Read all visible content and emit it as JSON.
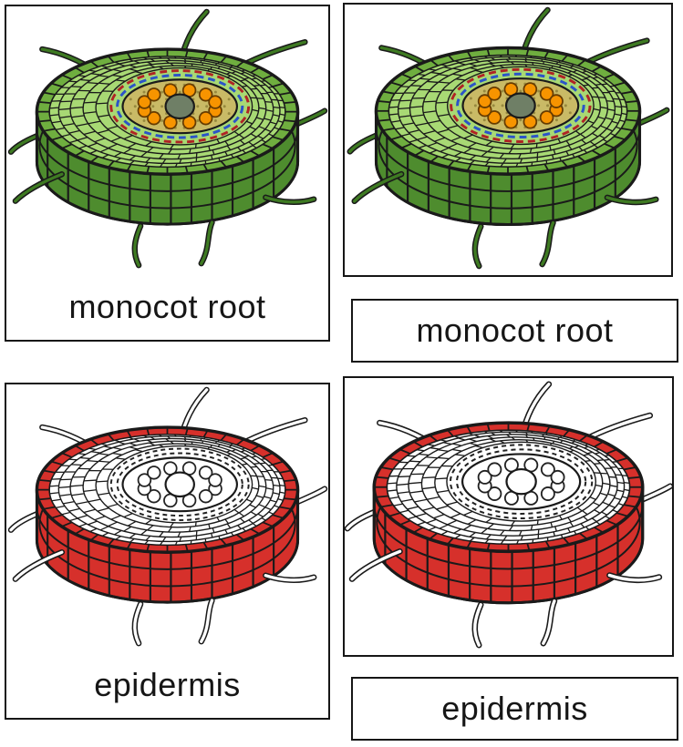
{
  "sheet": {
    "background": "#ffffff",
    "card_border_color": "#161616",
    "text_color": "#161616"
  },
  "cards": {
    "monocot_control": {
      "label": "monocot root"
    },
    "monocot_label_card": {
      "label": "monocot root"
    },
    "epidermis_control": {
      "label": "epidermis"
    },
    "epidermis_label_card": {
      "label": "epidermis"
    }
  },
  "illustrations": {
    "monocot_root": {
      "description": "Isometric cut-away cross-section of a monocot root: green epidermis and cortex cells, tan stele with ring of orange vascular bundles, gray pith center, blue and red dashed endodermis/pericycle rings, green root hairs",
      "ring_width": 3,
      "ring_dash": "8 5",
      "colors": {
        "side": "#4E8C2E",
        "rim": "#6FAE3F",
        "top": "#A8D974",
        "stele": "#C9BA66",
        "stele_texture": "#97893F",
        "bundle_dot": "#F79400",
        "bundle_dot_stroke": "#663C00",
        "center": "#6F7F66",
        "ring_inner": "#2B54C8",
        "ring_outer": "#B02425",
        "hair": "#3E7A22",
        "outline": "#1A1A1A"
      }
    },
    "epidermis": {
      "description": "Same monocot root cross-section with only the outer epidermis layer highlighted red; all interior cells white with black outlines, white root hairs",
      "ring_width": 2,
      "ring_dash": "5 4",
      "colors": {
        "side": "#D6302B",
        "rim": "#D6302B",
        "top": "#FFFFFF",
        "stele": "#FFFFFF",
        "stele_texture": "none",
        "bundle_dot": "#FFFFFF",
        "bundle_dot_stroke": "#222222",
        "center": "#FFFFFF",
        "ring_inner": "#222222",
        "ring_outer": "#222222",
        "hair": "#FFFFFF",
        "outline": "#1A1A1A"
      }
    }
  }
}
